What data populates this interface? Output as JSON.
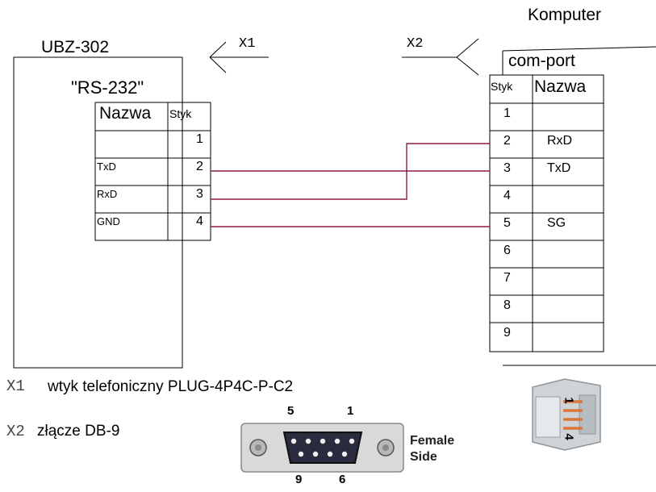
{
  "komputer_label": "Komputer",
  "device_label": "UBZ-302",
  "rs232_label": "\"RS-232\"",
  "x1_arrow_label": "X1",
  "x2_arrow_label": "X2",
  "com_port_label": "com-port",
  "left_table": {
    "header_name": "Nazwa",
    "header_pin": "Styk",
    "rows": [
      {
        "name": "",
        "pin": "1"
      },
      {
        "name": "TxD",
        "pin": "2"
      },
      {
        "name": "RxD",
        "pin": "3"
      },
      {
        "name": "GND",
        "pin": "4"
      }
    ]
  },
  "right_table": {
    "header_pin": "Styk",
    "header_name": "Nazwa",
    "rows": [
      {
        "pin": "1",
        "name": ""
      },
      {
        "pin": "2",
        "name": "RxD"
      },
      {
        "pin": "3",
        "name": "TxD"
      },
      {
        "pin": "4",
        "name": ""
      },
      {
        "pin": "5",
        "name": "SG"
      },
      {
        "pin": "6",
        "name": ""
      },
      {
        "pin": "7",
        "name": ""
      },
      {
        "pin": "8",
        "name": ""
      },
      {
        "pin": "9",
        "name": ""
      }
    ]
  },
  "legend": {
    "x1_code": "X1",
    "x1_text": "wtyk telefoniczny PLUG-4P4C-P-C2",
    "x2_code": "X2",
    "x2_text": "złącze DB-9"
  },
  "db9_image": {
    "pin_5": "5",
    "pin_1": "1",
    "pin_9": "9",
    "pin_6": "6",
    "side_line1": "Female",
    "side_line2": "Side"
  },
  "plug_image": {
    "num_top": "1",
    "num_bottom": "4"
  },
  "colors": {
    "wire": "#8b1a4a",
    "db9_panel": "#d9d9d9",
    "plug_body": "#cfd3d6",
    "plug_contacts": "#d9783a"
  }
}
